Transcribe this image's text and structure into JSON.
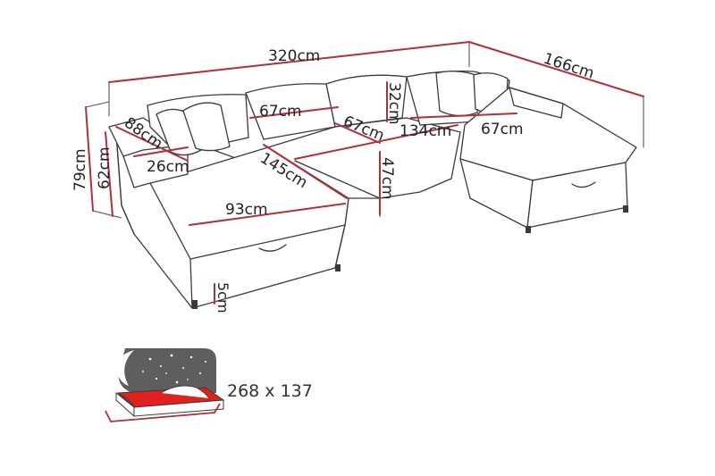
{
  "dimensions": {
    "total_width": "320cm",
    "depth_right": "166cm",
    "seat_width_left": "67cm",
    "back_cushion_height": "32cm",
    "seat_width_mid": "67cm",
    "middle_width": "134cm",
    "seat_width_right": "67cm",
    "chaise_depth": "88cm",
    "total_height": "79cm",
    "back_height": "62cm",
    "armrest_width": "26cm",
    "chaise_length": "145cm",
    "seat_height": "47cm",
    "chaise_width": "93cm",
    "leg_height": "5cm"
  },
  "bed": {
    "size_label": "268 x 137"
  },
  "colors": {
    "dimension_line": "#b0303a",
    "outline": "#3a3a3a",
    "bed_red": "#e0211f",
    "night_sky": "#5e5e5e"
  }
}
